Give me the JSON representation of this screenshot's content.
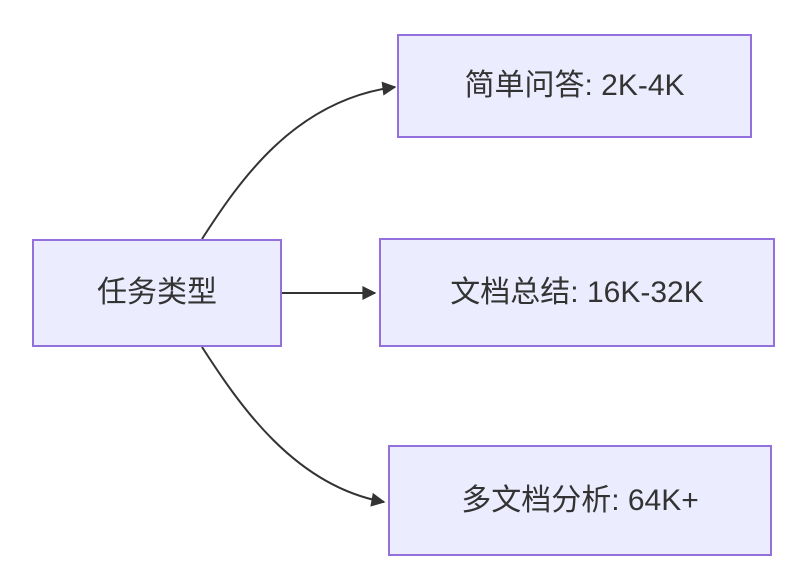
{
  "diagram": {
    "type": "flowchart-lr",
    "root": {
      "label": "任务类型"
    },
    "branches": [
      {
        "label": "简单问答: 2K-4K"
      },
      {
        "label": "文档总结: 16K-32K"
      },
      {
        "label": "多文档分析: 64K+"
      }
    ],
    "edges": [
      {
        "from": "任务类型",
        "to": "简单问答: 2K-4K"
      },
      {
        "from": "任务类型",
        "to": "文档总结: 16K-32K"
      },
      {
        "from": "任务类型",
        "to": "多文档分析: 64K+"
      }
    ]
  },
  "colors": {
    "node-fill": "#ECECFF",
    "node-border": "#9370DB",
    "edge": "#333333",
    "text": "#333333",
    "background": "#FFFFFF"
  }
}
